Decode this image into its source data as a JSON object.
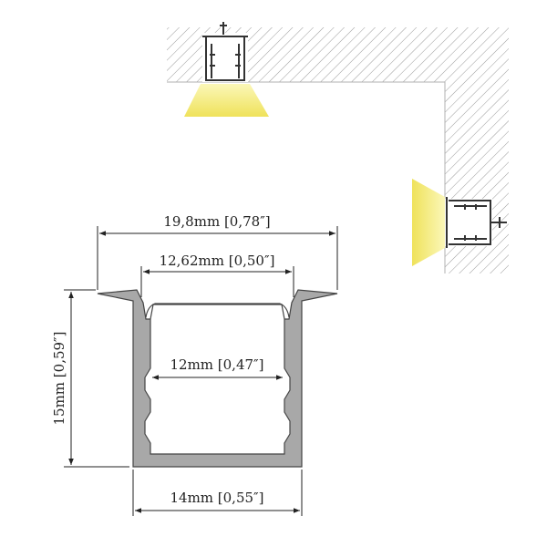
{
  "colors": {
    "profile_fill": "#a8a8a8",
    "profile_stroke": "#444444",
    "wall_hatch": "#9a9a9a",
    "light_beam": "#f5e96a",
    "dimension_line": "#222222"
  },
  "dimensions": {
    "overall_width": "19,8mm [0,78″]",
    "diffuser_width": "12,62mm [0,50″]",
    "inner_width": "12mm [0,47″]",
    "bottom_width": "14mm [0,55″]",
    "height": "15mm [0,59″]"
  }
}
